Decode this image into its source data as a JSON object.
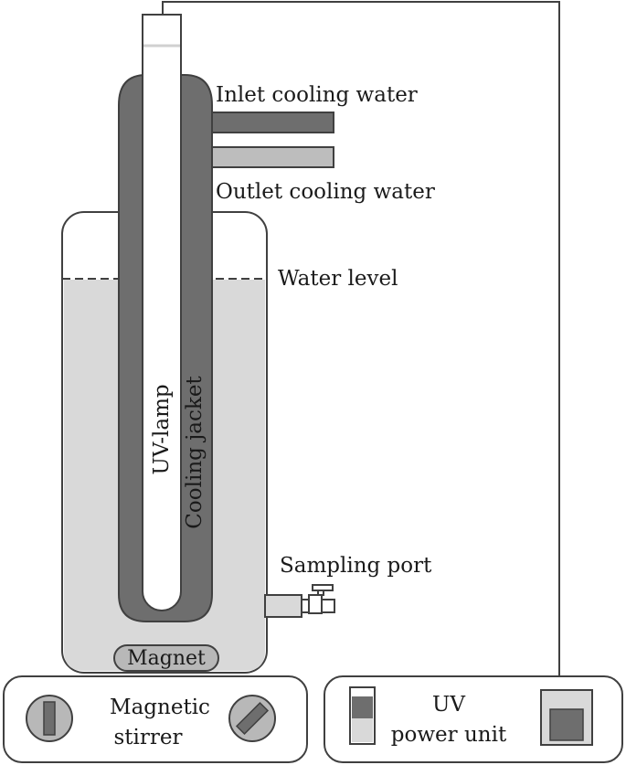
{
  "labels": {
    "inlet": "Inlet cooling water",
    "outlet": "Outlet cooling water",
    "water_level": "Water level",
    "uv_lamp": "UV-lamp",
    "cooling_jacket": "Cooling jacket",
    "sampling_port": "Sampling port",
    "magnet": "Magnet",
    "stirrer_line1": "Magnetic",
    "stirrer_line2": "stirrer",
    "power_line1": "UV",
    "power_line2": "power unit"
  },
  "colors": {
    "outline": "#404040",
    "jacket": "#6e6e6e",
    "water": "#d9d9d9",
    "lamp": "#ffffff",
    "pipe_inlet": "#6e6e6e",
    "pipe_outlet": "#bdbdbd",
    "knob": "#b8b8b8",
    "knob_slot": "#6e6e6e"
  }
}
